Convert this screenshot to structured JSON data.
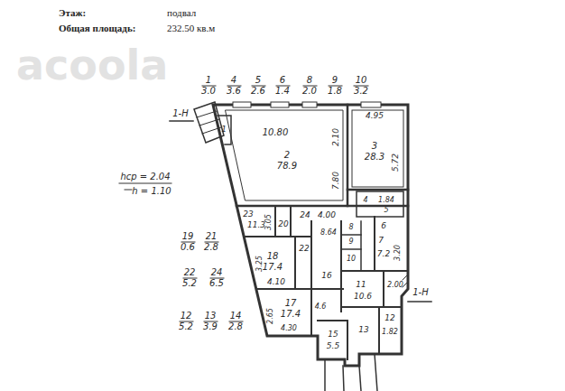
{
  "diagram": {
    "labels": [
      "Этаж:",
      "подвал",
      "Общая площадь:",
      "232.50 кв.м",
      "acoola",
      "1",
      "3.0",
      "4",
      "3.6",
      "5",
      "2.6",
      "6",
      "1.4",
      "8",
      "2.0",
      "9",
      "1.8",
      "10",
      "3.2",
      "1-Н",
      "hср = 2.04",
      "h = 1.10",
      "19",
      "0.6",
      "21",
      "2.8",
      "22",
      "5.2",
      "24",
      "6.5",
      "12",
      "5.2",
      "13",
      "3.9",
      "14",
      "2.8",
      "10.80",
      "2",
      "78.9",
      "2.10",
      "7.80",
      "4.95",
      "3",
      "28.3",
      "5.72",
      "1",
      "1.84",
      "5",
      "4",
      "23",
      "11.3",
      "3.05",
      "24",
      "4.00",
      "20",
      "22",
      "18",
      "17.4",
      "3.25",
      "4.10",
      "8.64",
      "16",
      "6",
      "7",
      "7.2",
      "3.20",
      "8",
      "9",
      "10",
      "11",
      "10.6",
      "2.00",
      "17",
      "17.4",
      "4.30",
      "2.65",
      "15",
      "5.5",
      "13",
      "1.82",
      "12",
      "1-Н",
      "4.6"
    ]
  }
}
